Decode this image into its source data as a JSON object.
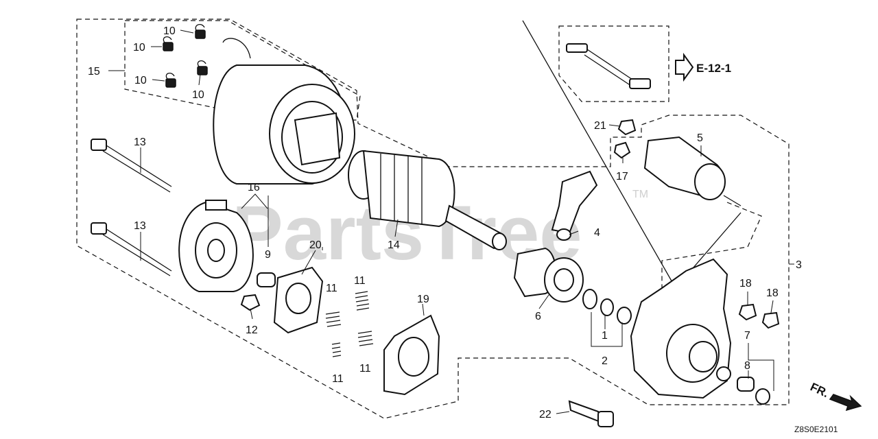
{
  "watermark": "PartsTree",
  "watermark_tm": "TM",
  "reference": "E-12-1",
  "direction_label": "FR.",
  "drawing_code": "Z8S0E2101",
  "callouts": {
    "c1": "1",
    "c2": "2",
    "c3": "3",
    "c4": "4",
    "c5": "5",
    "c6": "6",
    "c7": "7",
    "c8": "8",
    "c9": "9",
    "c10a": "10",
    "c10b": "10",
    "c10c": "10",
    "c10d": "10",
    "c11a": "11",
    "c11b": "11",
    "c11c": "11",
    "c11d": "11",
    "c12": "12",
    "c13a": "13",
    "c13b": "13",
    "c14": "14",
    "c15": "15",
    "c16": "16",
    "c17": "17",
    "c18a": "18",
    "c18b": "18",
    "c19": "19",
    "c20": "20",
    "c21": "21",
    "c22": "22"
  }
}
